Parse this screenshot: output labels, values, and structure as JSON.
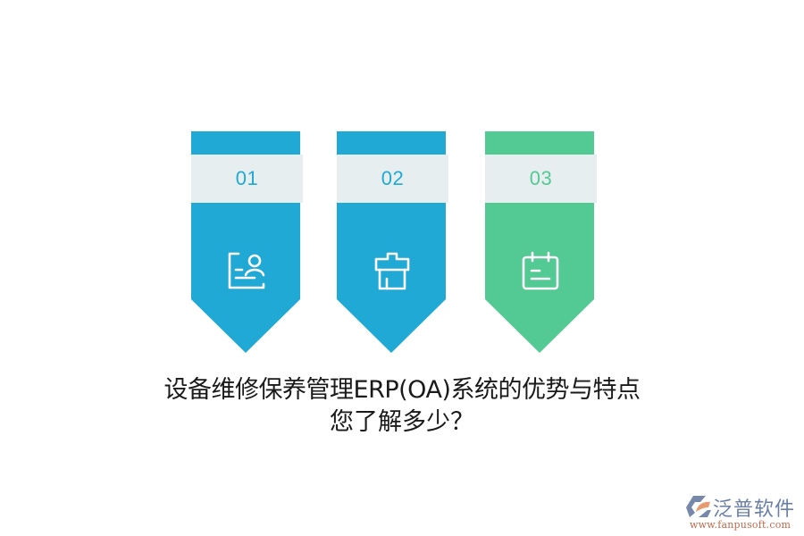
{
  "colors": {
    "blue": "#1fa9d4",
    "green": "#53c994",
    "band": "#e7eeef",
    "text": "#1a1a1a"
  },
  "banners": [
    {
      "number": "01",
      "icon": "id-card-icon",
      "color": "#1fa9d4"
    },
    {
      "number": "02",
      "icon": "house-icon",
      "color": "#1fa9d4"
    },
    {
      "number": "03",
      "icon": "calendar-icon",
      "color": "#53c994"
    }
  ],
  "title": {
    "line1": "设备维修保养管理ERP(OA)系统的优势与特点",
    "line2": "您了解多少？"
  },
  "logo": {
    "brand": "泛普软件",
    "url": "www.fanpusoft.com"
  }
}
